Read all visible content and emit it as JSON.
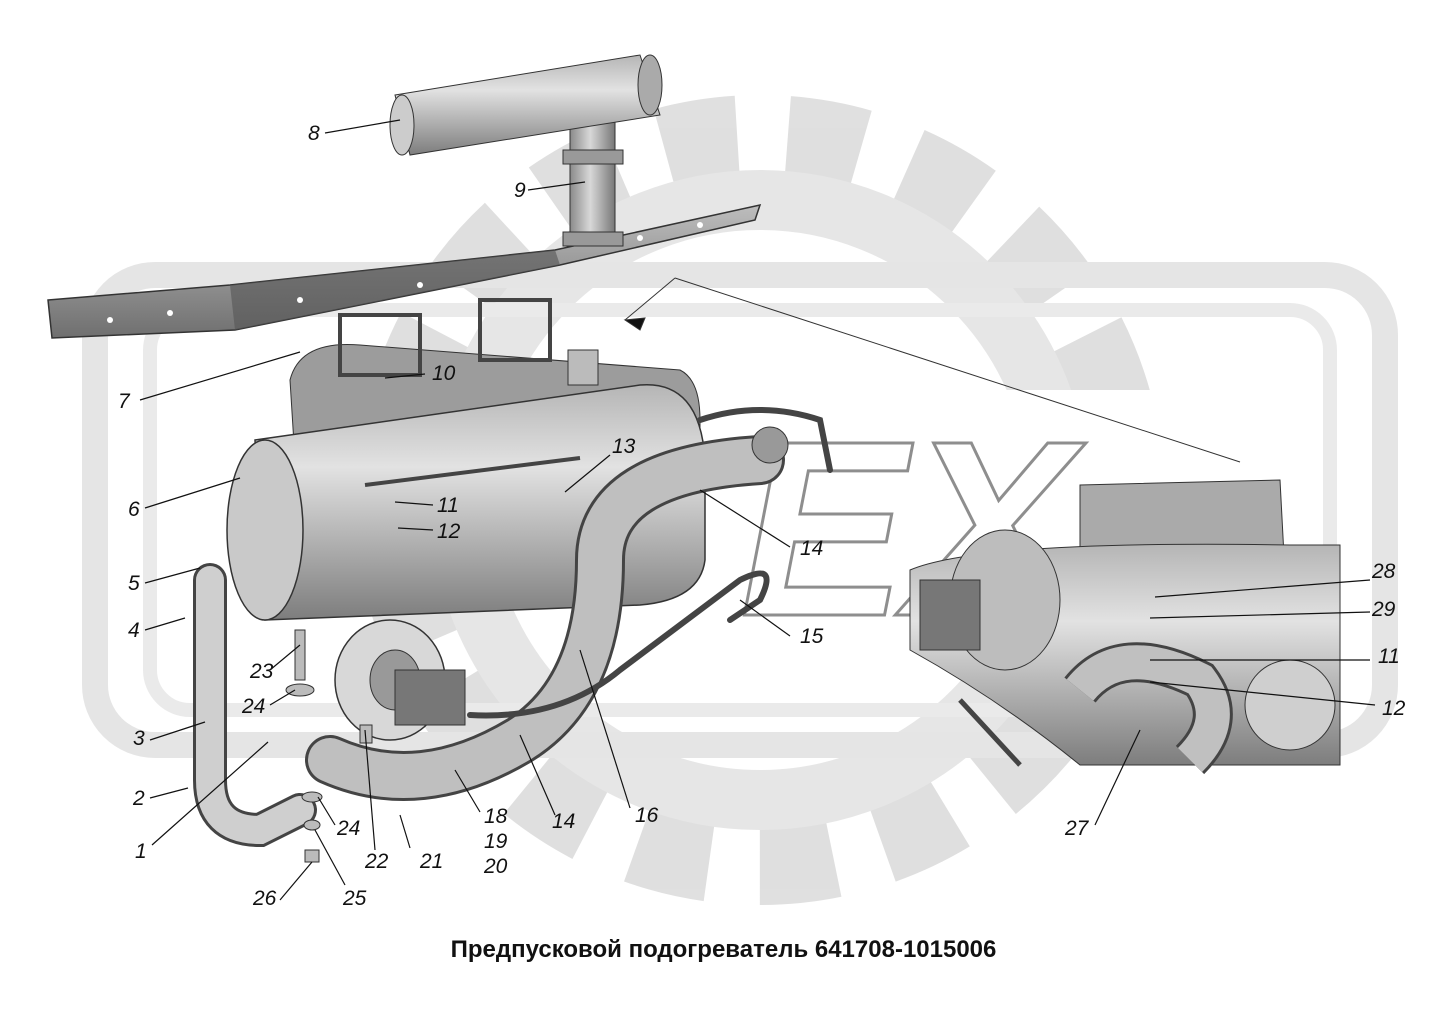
{
  "caption": "Предпусковой подогреватель 641708-1015006",
  "watermark": "ЕХ",
  "callouts": [
    "1",
    "2",
    "3",
    "4",
    "5",
    "6",
    "7",
    "8",
    "9",
    "10",
    "11",
    "12",
    "13",
    "14",
    "14",
    "15",
    "16",
    "18",
    "19",
    "20",
    "21",
    "22",
    "23",
    "24",
    "24",
    "25",
    "26",
    "27",
    "28",
    "29",
    "11",
    "12"
  ]
}
